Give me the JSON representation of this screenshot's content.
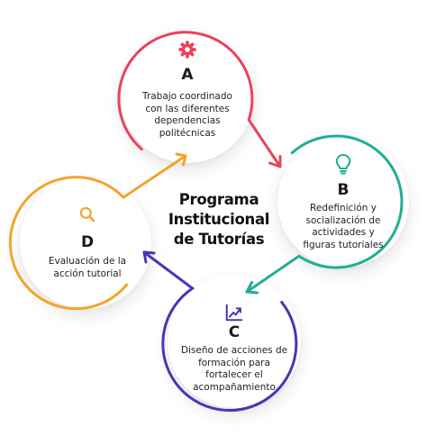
{
  "center": {
    "title": "Programa\nInstitucional\nde Tutorías"
  },
  "steps": [
    {
      "letter": "A",
      "text": "Trabajo coordinado\ncon las diferentes\ndependencias\npolitécnicas",
      "color": "#e8445a",
      "icon": "gear-icon"
    },
    {
      "letter": "B",
      "text": "Redefinición y\nsocialización de\nactividades y\nfiguras tutoriales",
      "color": "#1fae93",
      "icon": "lightbulb-icon"
    },
    {
      "letter": "C",
      "text": "Diseño de acciones de\nformación para\nfortalecer el\nacompañamiento",
      "color": "#4a35b5",
      "icon": "trending-chart-icon"
    },
    {
      "letter": "D",
      "text": "Evaluación de la\nacción tutorial",
      "color": "#f4a32a",
      "icon": "search-icon"
    }
  ]
}
